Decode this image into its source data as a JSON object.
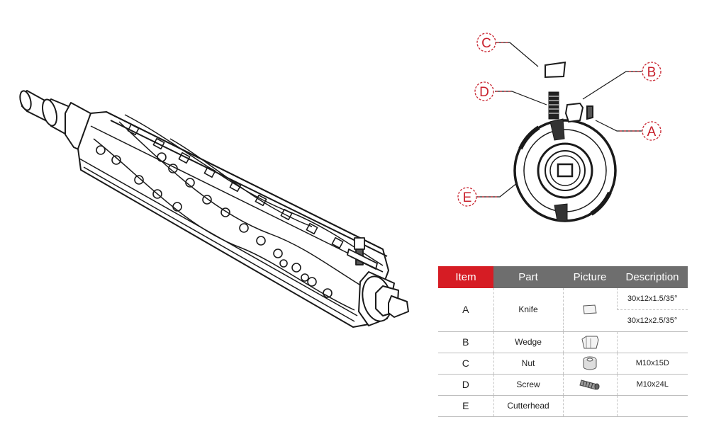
{
  "callouts": {
    "a": "A",
    "b": "B",
    "c": "C",
    "d": "D",
    "e": "E"
  },
  "table": {
    "headers": {
      "item": "Item",
      "part": "Part",
      "picture": "Picture",
      "description": "Description"
    },
    "rows": [
      {
        "item": "A",
        "part": "Knife",
        "picture": "knife-blade-icon",
        "descriptions": [
          "30x12x1.5/35°",
          "30x12x2.5/35°"
        ]
      },
      {
        "item": "B",
        "part": "Wedge",
        "picture": "wedge-icon",
        "descriptions": [
          ""
        ]
      },
      {
        "item": "C",
        "part": "Nut",
        "picture": "nut-icon",
        "descriptions": [
          "M10x15D"
        ]
      },
      {
        "item": "D",
        "part": "Screw",
        "picture": "screw-icon",
        "descriptions": [
          "M10x24L"
        ]
      },
      {
        "item": "E",
        "part": "Cutterhead",
        "picture": "",
        "descriptions": [
          ""
        ]
      }
    ]
  },
  "colors": {
    "accent": "#d61c24",
    "header_dark": "#6e6e6e",
    "line": "#222222"
  }
}
